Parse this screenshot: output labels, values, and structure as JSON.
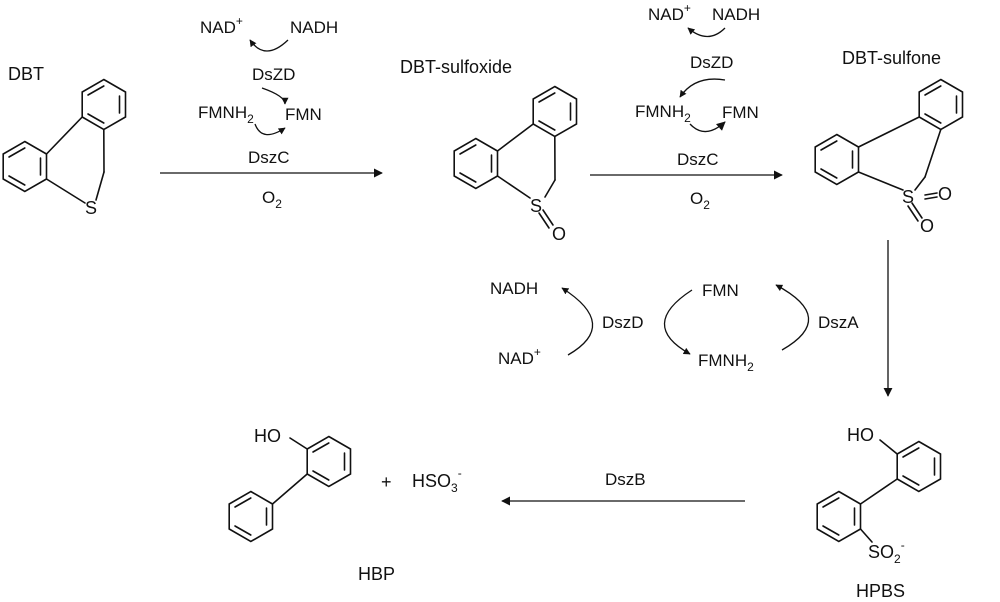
{
  "compounds": {
    "dbt": "DBT",
    "dbt_sulfoxide": "DBT-sulfoxide",
    "dbt_sulfone": "DBT-sulfone",
    "hpbs": "HPBS",
    "hbp": "HBP"
  },
  "step1": {
    "nad_plus": "NAD",
    "nad_sup": "+",
    "nadh": "NADH",
    "enzyme_reductase": "DsZD",
    "fmnh2": "FMNH",
    "fmnh2_sub": "2",
    "fmn": "FMN",
    "enzyme": "DszC",
    "cofactor": "O",
    "cofactor_sub": "2"
  },
  "step2": {
    "nad_plus": "NAD",
    "nad_sup": "+",
    "nadh": "NADH",
    "enzyme_reductase": "DsZD",
    "fmnh2": "FMNH",
    "fmnh2_sub": "2",
    "fmn": "FMN",
    "enzyme": "DszC",
    "cofactor": "O",
    "cofactor_sub": "2"
  },
  "step3_cycle": {
    "nadh": "NADH",
    "nad_plus": "NAD",
    "nad_sup": "+",
    "reductase": "DszD",
    "fmn": "FMN",
    "fmnh2": "FMNH",
    "fmnh2_sub": "2",
    "enzyme": "DszA"
  },
  "step4": {
    "enzyme": "DszB",
    "plus": "+",
    "bisulfite": "HSO",
    "bisulfite_sub": "3",
    "bisulfite_sup": "-"
  },
  "atoms": {
    "sulfur": "S",
    "oxygen": "O",
    "hydroxyl": "HO",
    "sulfinate": "SO",
    "sulfinate_sub": "2",
    "sulfinate_sup": "-"
  }
}
